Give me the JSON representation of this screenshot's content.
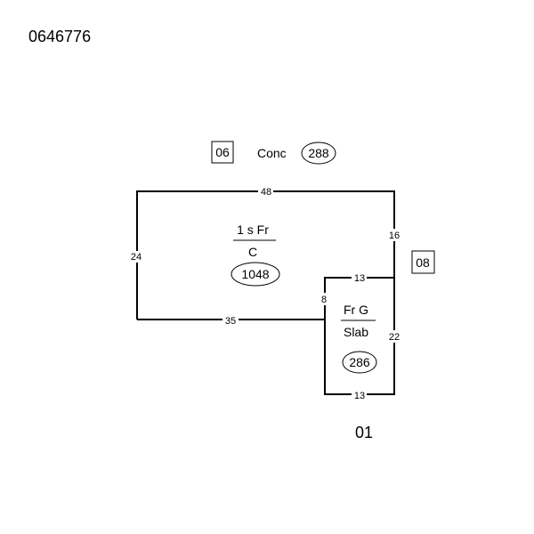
{
  "sketch_id": "0646776",
  "page_label": "01",
  "components": [
    {
      "code": "06",
      "label": "Conc",
      "area": "288"
    },
    {
      "code": "08"
    }
  ],
  "areas": [
    {
      "name_top": "1 s Fr",
      "name_bottom": "C",
      "area": "1048"
    },
    {
      "name_top": "Fr G",
      "name_bottom": "Slab",
      "area": "286"
    }
  ],
  "dimensions": {
    "top": "48",
    "left": "24",
    "bottom_main": "35",
    "right_upper": "16",
    "garage_top": "13",
    "garage_left": "8",
    "garage_right": "22",
    "garage_bottom": "13"
  }
}
